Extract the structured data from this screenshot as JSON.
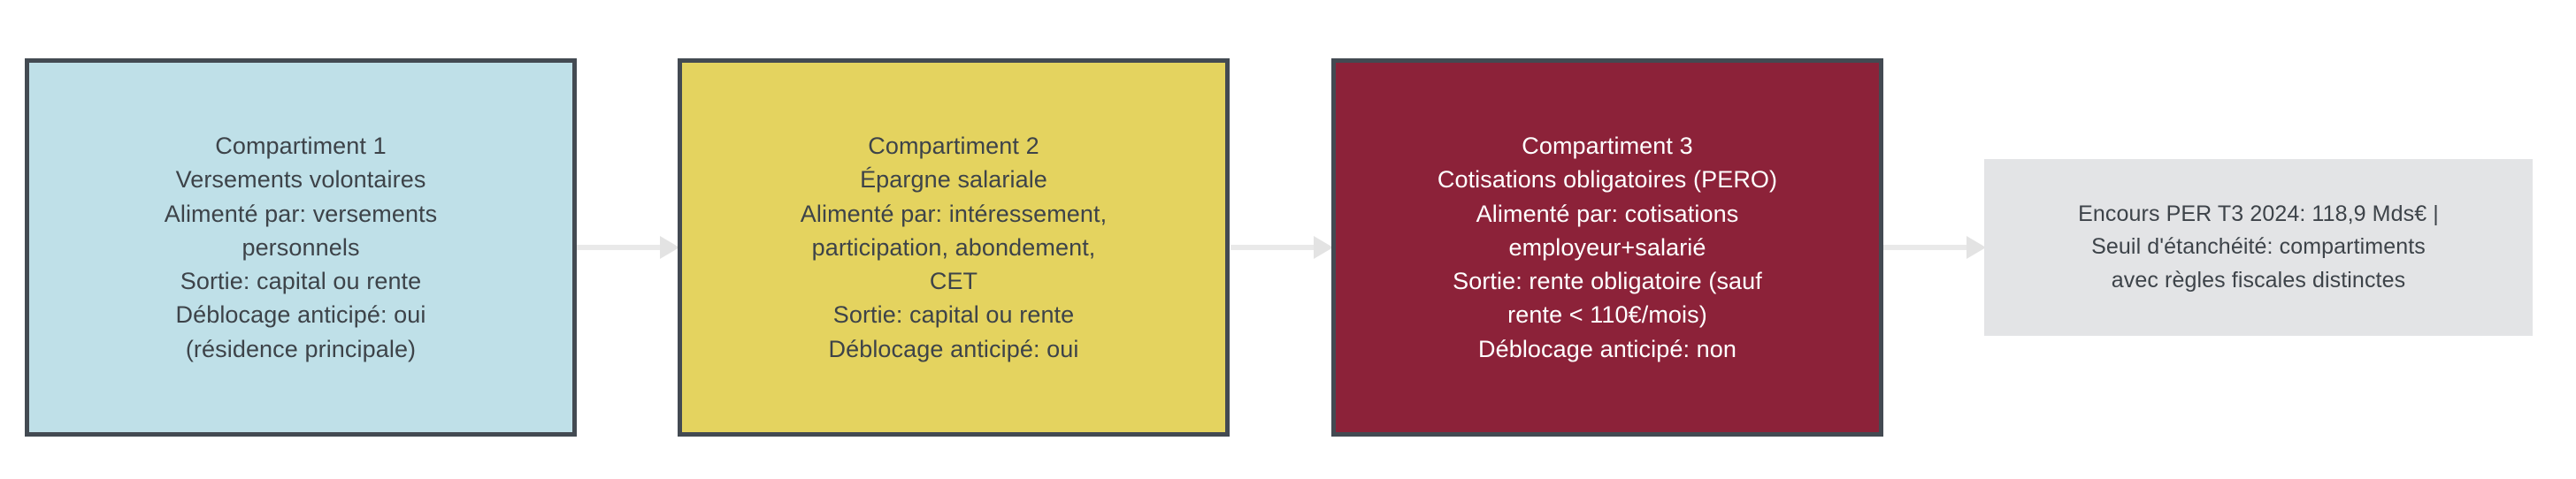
{
  "diagram": {
    "type": "flowchart",
    "orientation": "left-to-right",
    "background_color": "#ffffff",
    "border_color": "#434a52",
    "arrow_color": "#e9e9e9"
  },
  "nodes": [
    {
      "id": "compartment-1",
      "fill_color": "#bfe0e8",
      "text_color": "#3d4349",
      "lines": [
        "Compartiment 1",
        "Versements volontaires",
        "Alimenté par: versements",
        "personnels",
        "Sortie: capital ou rente",
        "Déblocage anticipé: oui",
        "(résidence principale)"
      ]
    },
    {
      "id": "compartment-2",
      "fill_color": "#e4d35f",
      "text_color": "#3d4349",
      "lines": [
        "Compartiment 2",
        "Épargne salariale",
        "Alimenté par: intéressement,",
        "participation, abondement,",
        "CET",
        "Sortie: capital ou rente",
        "Déblocage anticipé: oui"
      ]
    },
    {
      "id": "compartment-3",
      "fill_color": "#8c2239",
      "text_color": "#ffffff",
      "lines": [
        "Compartiment 3",
        "Cotisations obligatoires (PERO)",
        "Alimenté par: cotisations",
        "employeur+salarié",
        "Sortie: rente obligatoire (sauf",
        "rente < 110€/mois)",
        "Déblocage anticipé: non"
      ]
    },
    {
      "id": "summary-note",
      "fill_color": "#e3e4e6",
      "text_color": "#3d4349",
      "lines": [
        "Encours PER T3 2024: 118,9 Mds€ |",
        "Seuil d'étanchéité: compartiments",
        "avec règles fiscales distinctes"
      ]
    }
  ],
  "connectors": [
    {
      "id": "arrow-1-to-2",
      "from": "compartment-1",
      "to": "compartment-2"
    },
    {
      "id": "arrow-2-to-3",
      "from": "compartment-2",
      "to": "compartment-3"
    },
    {
      "id": "arrow-3-to-summary",
      "from": "compartment-3",
      "to": "summary-note"
    }
  ]
}
